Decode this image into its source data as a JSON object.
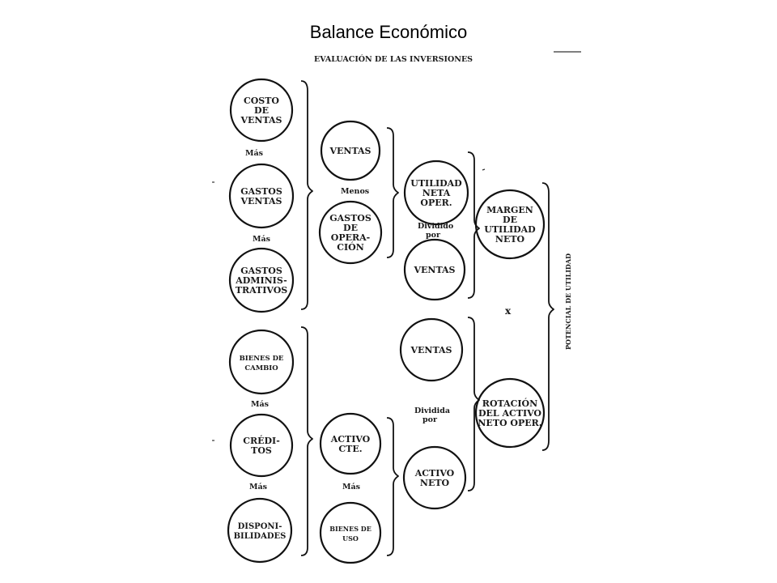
{
  "title": "Balance Económico",
  "heading": "EVALUACIÓN DE LAS INVERSIONES",
  "vertical_label": "POTENCIAL DE UTILIDAD",
  "multiply_sign": "x",
  "connectors": {
    "mas_1": "Más",
    "mas_2": "Más",
    "menos": "Menos",
    "dividido": [
      "Dividido",
      "por"
    ],
    "mas_3": "Más",
    "mas_4": "Más",
    "mas_5": "Más",
    "dividida": [
      "Dividida",
      "por"
    ]
  },
  "circles": {
    "costo_de_ventas": [
      "COSTO",
      "DE",
      "VENTAS"
    ],
    "gastos_ventas": [
      "GASTOS",
      "VENTAS"
    ],
    "gastos_administrativos": [
      "GASTOS",
      "ADMINIS-",
      "TRATIVOS"
    ],
    "ventas_1": [
      "VENTAS"
    ],
    "gastos_de_operacion": [
      "GASTOS",
      "DE",
      "OPERA-",
      "CIÓN"
    ],
    "utilidad_neta_oper": [
      "UTILIDAD",
      "NETA",
      "OPER."
    ],
    "ventas_2": [
      "VENTAS"
    ],
    "margen_de_utilidad_neto": [
      "MARGEN",
      "DE",
      "UTILIDAD",
      "NETO"
    ],
    "bienes_de_cambio": [
      "BIENES DE",
      "CAMBIO"
    ],
    "creditos": [
      "CRÉDI-",
      "TOS"
    ],
    "disponibilidades": [
      "DISPONI-",
      "BILIDADES"
    ],
    "activo_cte": [
      "ACTIVO",
      "CTE."
    ],
    "bienes_de_uso": [
      "BIENES DE",
      "USO"
    ],
    "ventas_3": [
      "VENTAS"
    ],
    "activo_neto": [
      "ACTIVO",
      "NETO"
    ],
    "rotacion_del_activo": [
      "ROTACIÓN",
      "DEL ACTIVO",
      "NETO OPER."
    ]
  }
}
